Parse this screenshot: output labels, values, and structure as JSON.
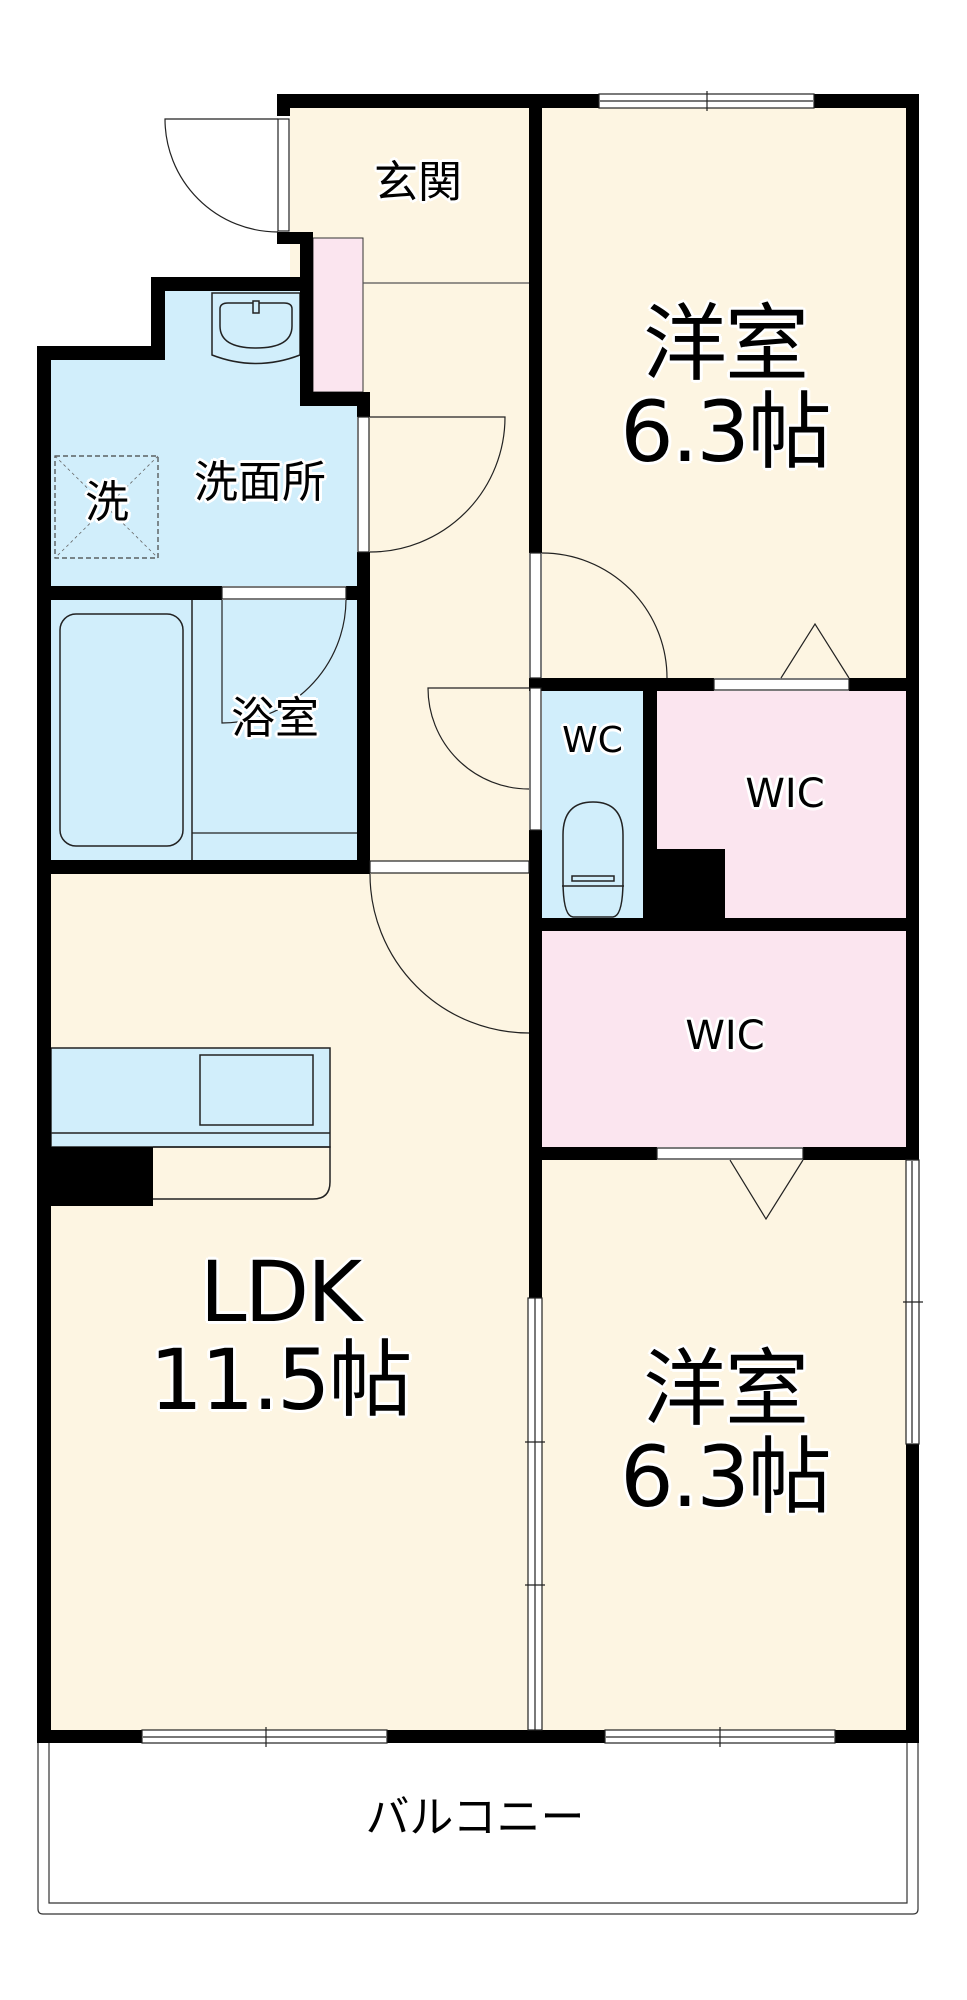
{
  "colors": {
    "wall": "#000000",
    "living_floor": "#fdf5e2",
    "wet_area": "#d1eefb",
    "storage": "#fbe5ef",
    "window": "#ffffff",
    "background": "#ffffff"
  },
  "rooms": {
    "entrance": {
      "label": "玄関"
    },
    "bedroom_north": {
      "name": "洋室",
      "size": "6.3帖"
    },
    "washroom": {
      "label": "洗面所",
      "washer_label": "洗"
    },
    "bathroom": {
      "label": "浴室"
    },
    "toilet": {
      "label": "WC"
    },
    "closet_upper": {
      "label": "WIC"
    },
    "closet_lower": {
      "label": "WIC"
    },
    "ldk": {
      "name": "LDK",
      "size": "11.5帖"
    },
    "bedroom_south": {
      "name": "洋室",
      "size": "6.3帖"
    },
    "balcony": {
      "label": "バルコニー"
    }
  }
}
